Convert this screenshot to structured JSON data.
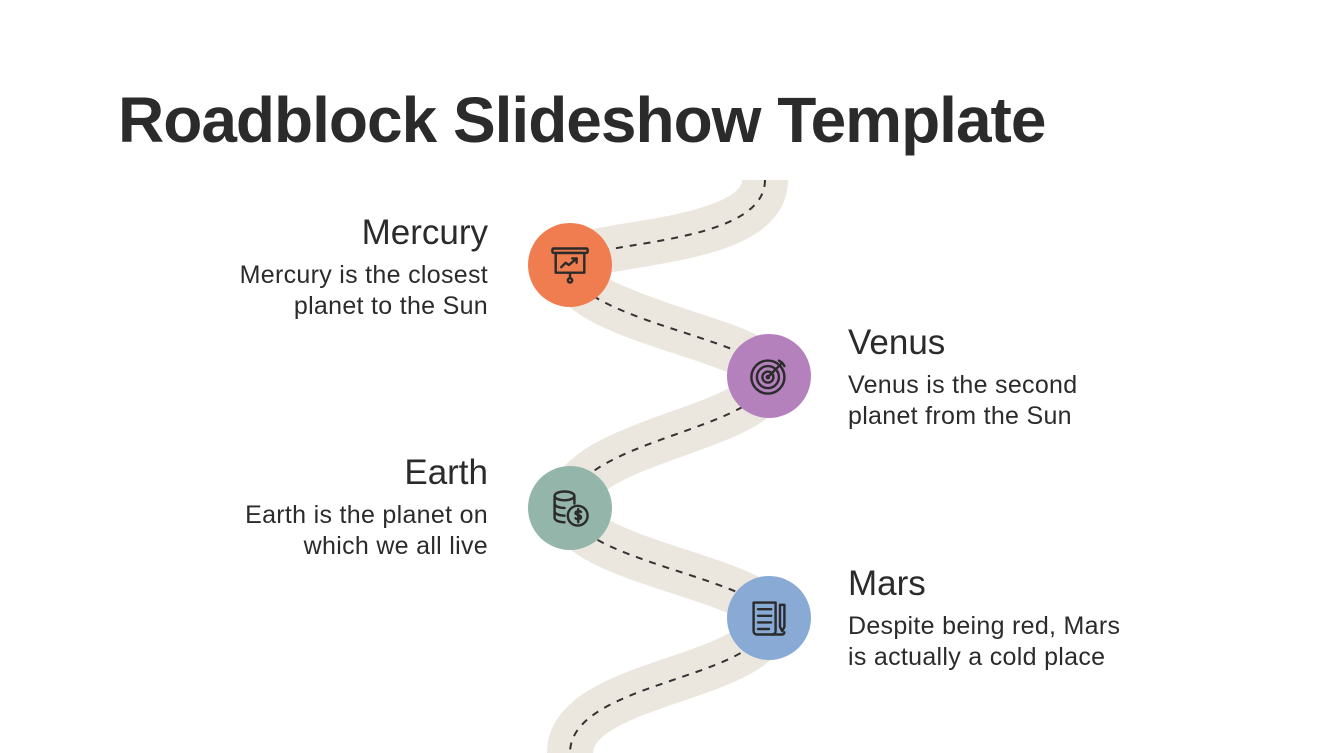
{
  "slide": {
    "title": "Roadblock Slideshow Template",
    "colors": {
      "road": "#ebe7df",
      "dash": "#333333",
      "text": "#2b2b2b"
    },
    "milestones": [
      {
        "name": "Mercury",
        "description_line1": "Mercury is the closest",
        "description_line2": "planet to the Sun",
        "icon": "presentation-chart-icon",
        "color": "#f07d4f",
        "side": "left"
      },
      {
        "name": "Venus",
        "description_line1": "Venus is the second",
        "description_line2": "planet from the Sun",
        "icon": "target-icon",
        "color": "#b481bd",
        "side": "right"
      },
      {
        "name": "Earth",
        "description_line1": "Earth is the planet on",
        "description_line2": "which we all live",
        "icon": "coins-dollar-icon",
        "color": "#94b5aa",
        "side": "left"
      },
      {
        "name": "Mars",
        "description_line1": "Despite being red, Mars",
        "description_line2": "is actually a cold place",
        "icon": "document-pencil-icon",
        "color": "#8aaad6",
        "side": "right"
      }
    ]
  }
}
